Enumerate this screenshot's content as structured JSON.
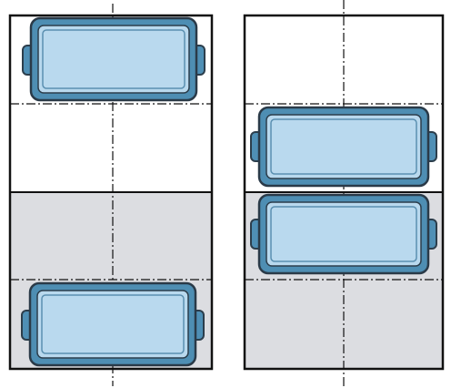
{
  "colors": {
    "shelf_shaded": "#dcdde1",
    "shelf_clear": "#ffffff",
    "frame": "#111111",
    "pan_rim": "#4e8eb3",
    "pan_base": "#b9d9ee",
    "pan_inner_line": "#5a8fb0",
    "pan_outline": "#2c3e4c"
  },
  "diagram": {
    "panels": [
      {
        "id": "left",
        "shaded_shelf": "lower",
        "pan_positions": [
          "top-shelf-upper-half",
          "bottom-shelf-lower-half"
        ]
      },
      {
        "id": "right",
        "shaded_shelf": "lower",
        "pan_positions": [
          "top-shelf-lower-half",
          "bottom-shelf-upper-half"
        ]
      }
    ],
    "icons": [
      "baking-pan-icon",
      "centerline-icon"
    ]
  }
}
